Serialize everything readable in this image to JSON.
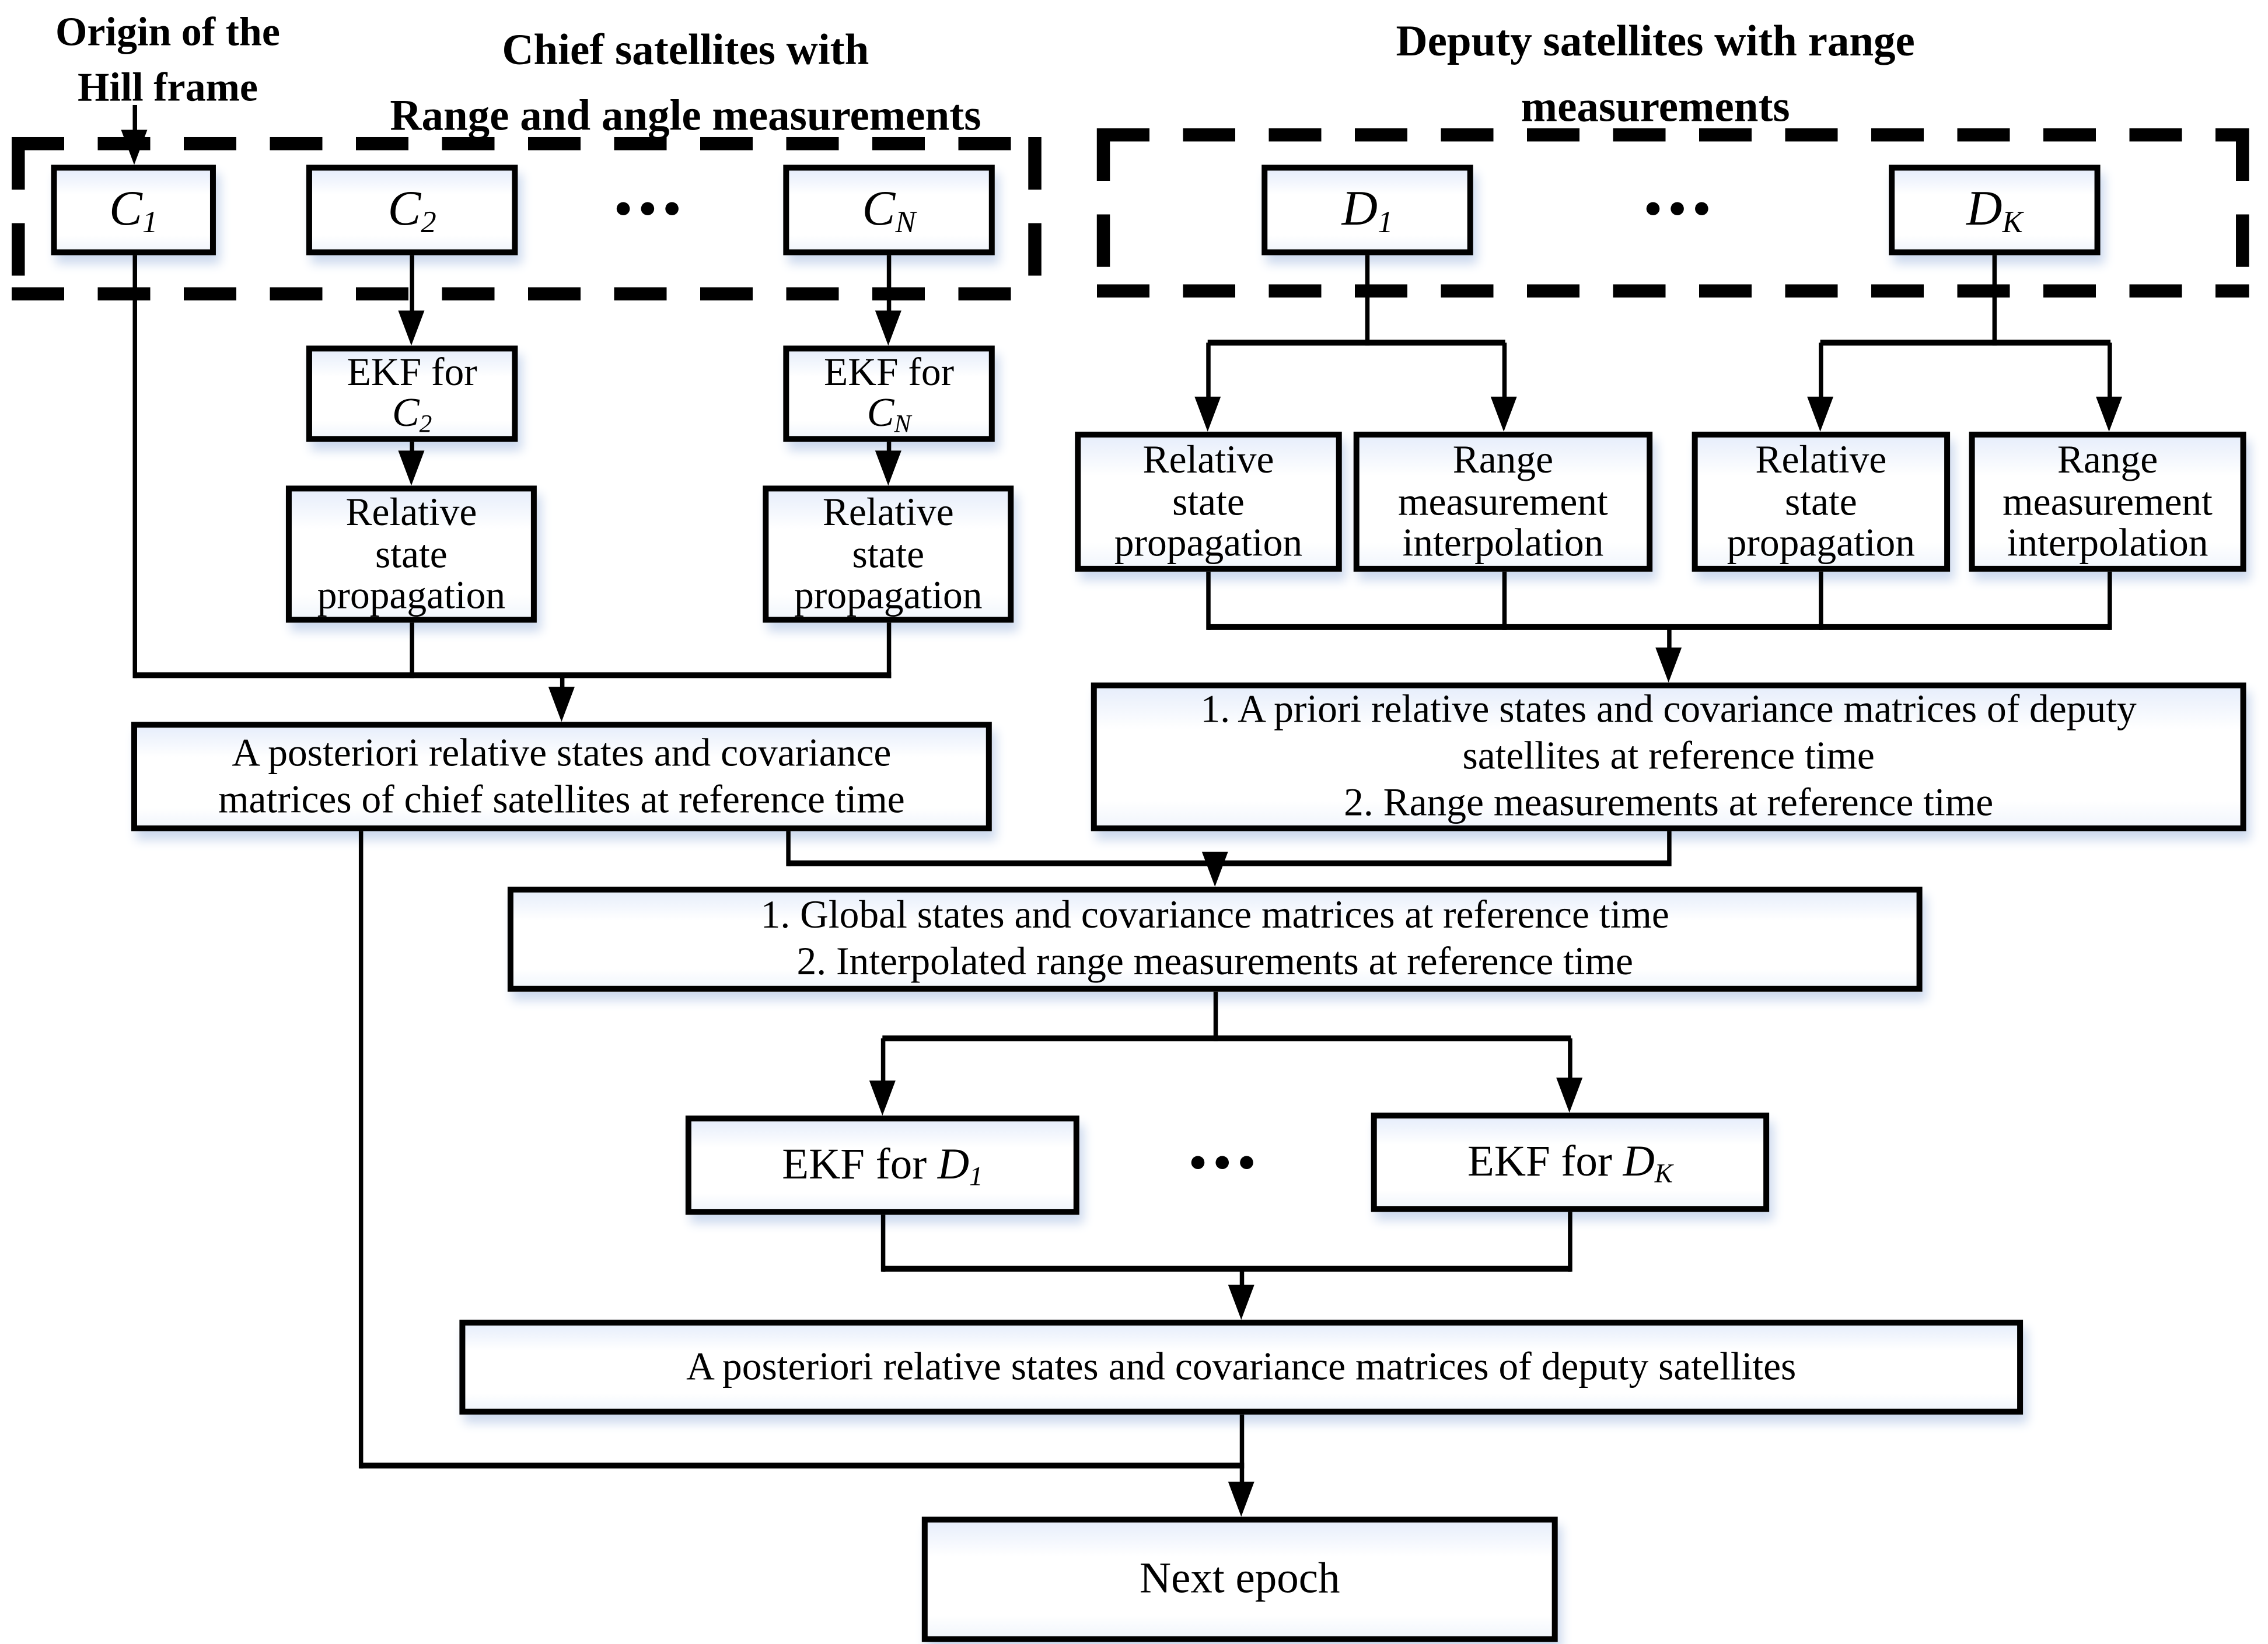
{
  "colors": {
    "ink": "#000000",
    "box_tint": "#e7eefb",
    "shadow": "#ccd9ee",
    "bg": "#ffffff"
  },
  "captions": {
    "origin": {
      "line1": "Origin of the",
      "line2": "Hill frame"
    },
    "chief_group": {
      "line1": "Chief satellites with",
      "line2": "Range and angle measurements"
    },
    "deputy_group": {
      "line1": "Deputy satellites with range",
      "line2": "measurements"
    }
  },
  "ellipsis": "●●●",
  "satellites": {
    "c1": {
      "base": "C",
      "sub": "1"
    },
    "c2": {
      "base": "C",
      "sub": "2"
    },
    "cn": {
      "base": "C",
      "sub": "N"
    },
    "d1": {
      "base": "D",
      "sub": "1"
    },
    "dk": {
      "base": "D",
      "sub": "K"
    }
  },
  "nodes": {
    "ekf_label": "EKF for",
    "rsp": {
      "l1": "Relative",
      "l2": "state",
      "l3": "propagation"
    },
    "rmi": {
      "l1": "Range",
      "l2": "measurement",
      "l3": "interpolation"
    },
    "chief_post": {
      "l1": "A posteriori relative states and covariance",
      "l2": "matrices of chief satellites at reference time"
    },
    "deputy_prior": {
      "l1": "1. A priori relative states and covariance matrices of deputy",
      "l2": "satellites at reference time",
      "l3": "2. Range measurements at reference time"
    },
    "global": {
      "l1": "1. Global states and covariance matrices at reference time",
      "l2": "2. Interpolated range measurements at reference time"
    },
    "deputy_post": "A posteriori relative states and covariance matrices of deputy satellites",
    "next_epoch": "Next epoch"
  }
}
